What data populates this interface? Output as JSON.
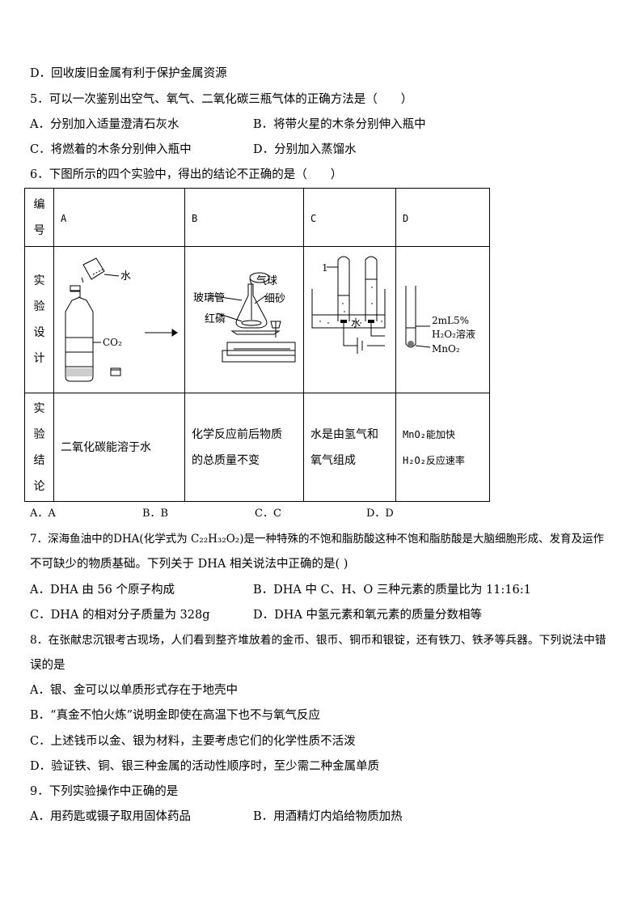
{
  "q4_option_d": "D．回收废旧金属有利于保护金属资源",
  "q5": {
    "stem": "5．可以一次鉴别出空气、氧气、二氧化碳三瓶气体的正确方法是（　　）",
    "a": "A．分别加入适量澄清石灰水",
    "b": "B．将带火星的木条分别伸入瓶中",
    "c": "C．将燃着的木条分别伸入瓶中",
    "d": "D．分别加入蒸馏水"
  },
  "q6": {
    "stem": "6．下图所示的四个实验中，得出的结论不正确的是（　　）",
    "table": {
      "row_labels": {
        "number": [
          "编",
          "号"
        ],
        "design": [
          "实",
          "验",
          "设",
          "计"
        ],
        "conclusion": [
          "实",
          "验",
          "结",
          "论"
        ]
      },
      "columns": [
        "A",
        "B",
        "C",
        "D"
      ],
      "diagram_labels": {
        "a_water": "水",
        "a_co2": "CO₂",
        "b_balloon": "气球",
        "b_tube": "玻璃管",
        "b_sand": "细砂",
        "b_phosphorus": "红磷",
        "c_one": "1",
        "c_water": "水",
        "d_volume": "2mL5%",
        "d_solution": "H₂O₂溶液",
        "d_catalyst": "MnO₂"
      },
      "conclusions": {
        "a": [
          "二氧化碳能溶于水"
        ],
        "b": [
          "化学反应前后物质",
          "的总质量不变"
        ],
        "c": [
          "水是由氢气和",
          "氧气组成"
        ],
        "d": [
          "MnO₂能加快",
          "H₂O₂反应速率"
        ]
      }
    },
    "a": "A．A",
    "b": "B．B",
    "c": "C．C",
    "d": "D．D"
  },
  "q7": {
    "stem_line1": "7．深海鱼油中的DHA(化学式为 C₂₂H₃₂O₂)是一种特殊的不饱和脂肪酸这种不饱和脂肪酸是大脑细胞形成、发育及运作",
    "stem_line2": "不可缺少的物质基础。下列关于 DHA 相关说法中正确的是(   )",
    "a": "A．DHA 由 56 个原子构成",
    "b": "B．DHA 中 C、H、O 三种元素的质量比为 11:16:1",
    "c": "C．DHA 的相对分子质量为 328g",
    "d": "D．DHA 中氢元素和氧元素的质量分数相等"
  },
  "q8": {
    "stem_line1": "8．在张献忠沉银考古现场，人们看到整齐堆放着的金币、银币、铜币和银锭，还有铁刀、铁矛等兵器。下列说法中错",
    "stem_line2": "误的是",
    "a": "A．银、金可以以单质形式存在于地壳中",
    "b": "B．“真金不怕火炼”说明金即使在高温下也不与氧气反应",
    "c": "C．上述钱币以金、银为材料，主要考虑它们的化学性质不活泼",
    "d": "D．验证铁、铜、银三种金属的活动性顺序时，至少需二种金属单质"
  },
  "q9": {
    "stem": "9．下列实验操作中正确的是",
    "a": "A．用药匙或镊子取用固体药品",
    "b": "B．用酒精灯内焰给物质加热"
  }
}
